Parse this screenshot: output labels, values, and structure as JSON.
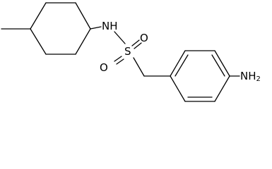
{
  "molecule": {
    "atoms": {
      "amide_n": "N",
      "amide_h": "H",
      "sulfur": "S",
      "oxygen_upper": "O",
      "oxygen_lower": "O",
      "amine_n": "N",
      "amine_h": "H",
      "amine_h_count": "2"
    }
  }
}
